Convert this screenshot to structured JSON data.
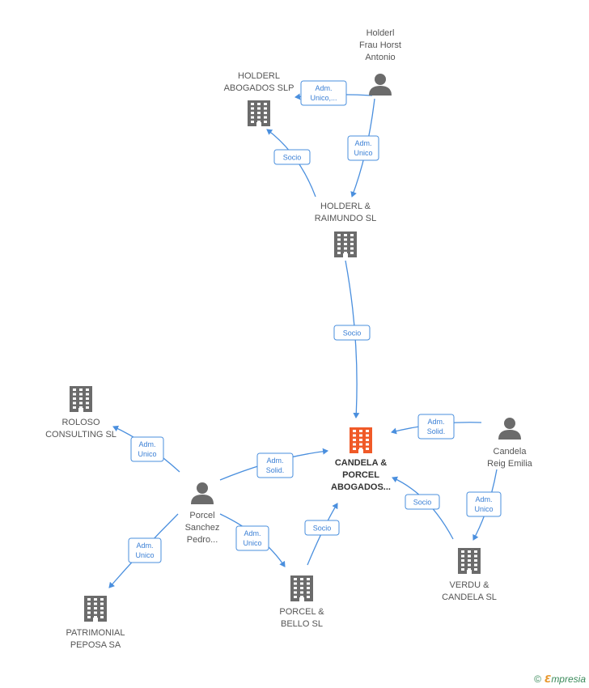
{
  "colors": {
    "edge": "#4a8fde",
    "icon": "#6b6b6b",
    "main_icon": "#f05a28"
  },
  "nodes": [
    {
      "id": "holderl-frau",
      "type": "person",
      "lines": [
        "Holderl",
        "Frau Horst",
        "Antonio"
      ],
      "main": false
    },
    {
      "id": "holderl-abogados",
      "type": "company",
      "lines": [
        "HOLDERL",
        "ABOGADOS SLP"
      ],
      "main": false
    },
    {
      "id": "holderl-raimundo",
      "type": "company",
      "lines": [
        "HOLDERL &",
        "RAIMUNDO SL"
      ],
      "main": false
    },
    {
      "id": "candela-porcel",
      "type": "company",
      "lines": [
        "CANDELA &",
        "PORCEL",
        "ABOGADOS..."
      ],
      "main": true
    },
    {
      "id": "roloso",
      "type": "company",
      "lines": [
        "ROLOSO",
        "CONSULTING SL"
      ],
      "main": false
    },
    {
      "id": "porcel-sanchez",
      "type": "person",
      "lines": [
        "Porcel",
        "Sanchez",
        "Pedro..."
      ],
      "main": false
    },
    {
      "id": "patrimonial",
      "type": "company",
      "lines": [
        "PATRIMONIAL",
        "PEPOSA SA"
      ],
      "main": false
    },
    {
      "id": "porcel-bello",
      "type": "company",
      "lines": [
        "PORCEL &",
        "BELLO SL"
      ],
      "main": false
    },
    {
      "id": "candela-reig",
      "type": "person",
      "lines": [
        "Candela",
        "Reig Emilia"
      ],
      "main": false
    },
    {
      "id": "verdu-candela",
      "type": "company",
      "lines": [
        "VERDU &",
        "CANDELA SL"
      ],
      "main": false
    }
  ],
  "edges": [
    {
      "id": "e1",
      "lines": [
        "Adm.",
        "Unico,..."
      ]
    },
    {
      "id": "e2",
      "lines": [
        "Adm.",
        "Unico"
      ]
    },
    {
      "id": "e3",
      "lines": [
        "Socio"
      ]
    },
    {
      "id": "e4",
      "lines": [
        "Socio"
      ]
    },
    {
      "id": "e5",
      "lines": [
        "Adm.",
        "Solid."
      ]
    },
    {
      "id": "e6",
      "lines": [
        "Adm.",
        "Unico"
      ]
    },
    {
      "id": "e7",
      "lines": [
        "Adm.",
        "Solid."
      ]
    },
    {
      "id": "e8",
      "lines": [
        "Adm.",
        "Unico"
      ]
    },
    {
      "id": "e9",
      "lines": [
        "Adm.",
        "Unico"
      ]
    },
    {
      "id": "e10",
      "lines": [
        "Socio"
      ]
    },
    {
      "id": "e11",
      "lines": [
        "Socio"
      ]
    },
    {
      "id": "e12",
      "lines": [
        "Adm.",
        "Unico"
      ]
    }
  ],
  "footer": {
    "copyright": "©",
    "brand_first": "ℇ",
    "brand_rest": "mpresia"
  }
}
